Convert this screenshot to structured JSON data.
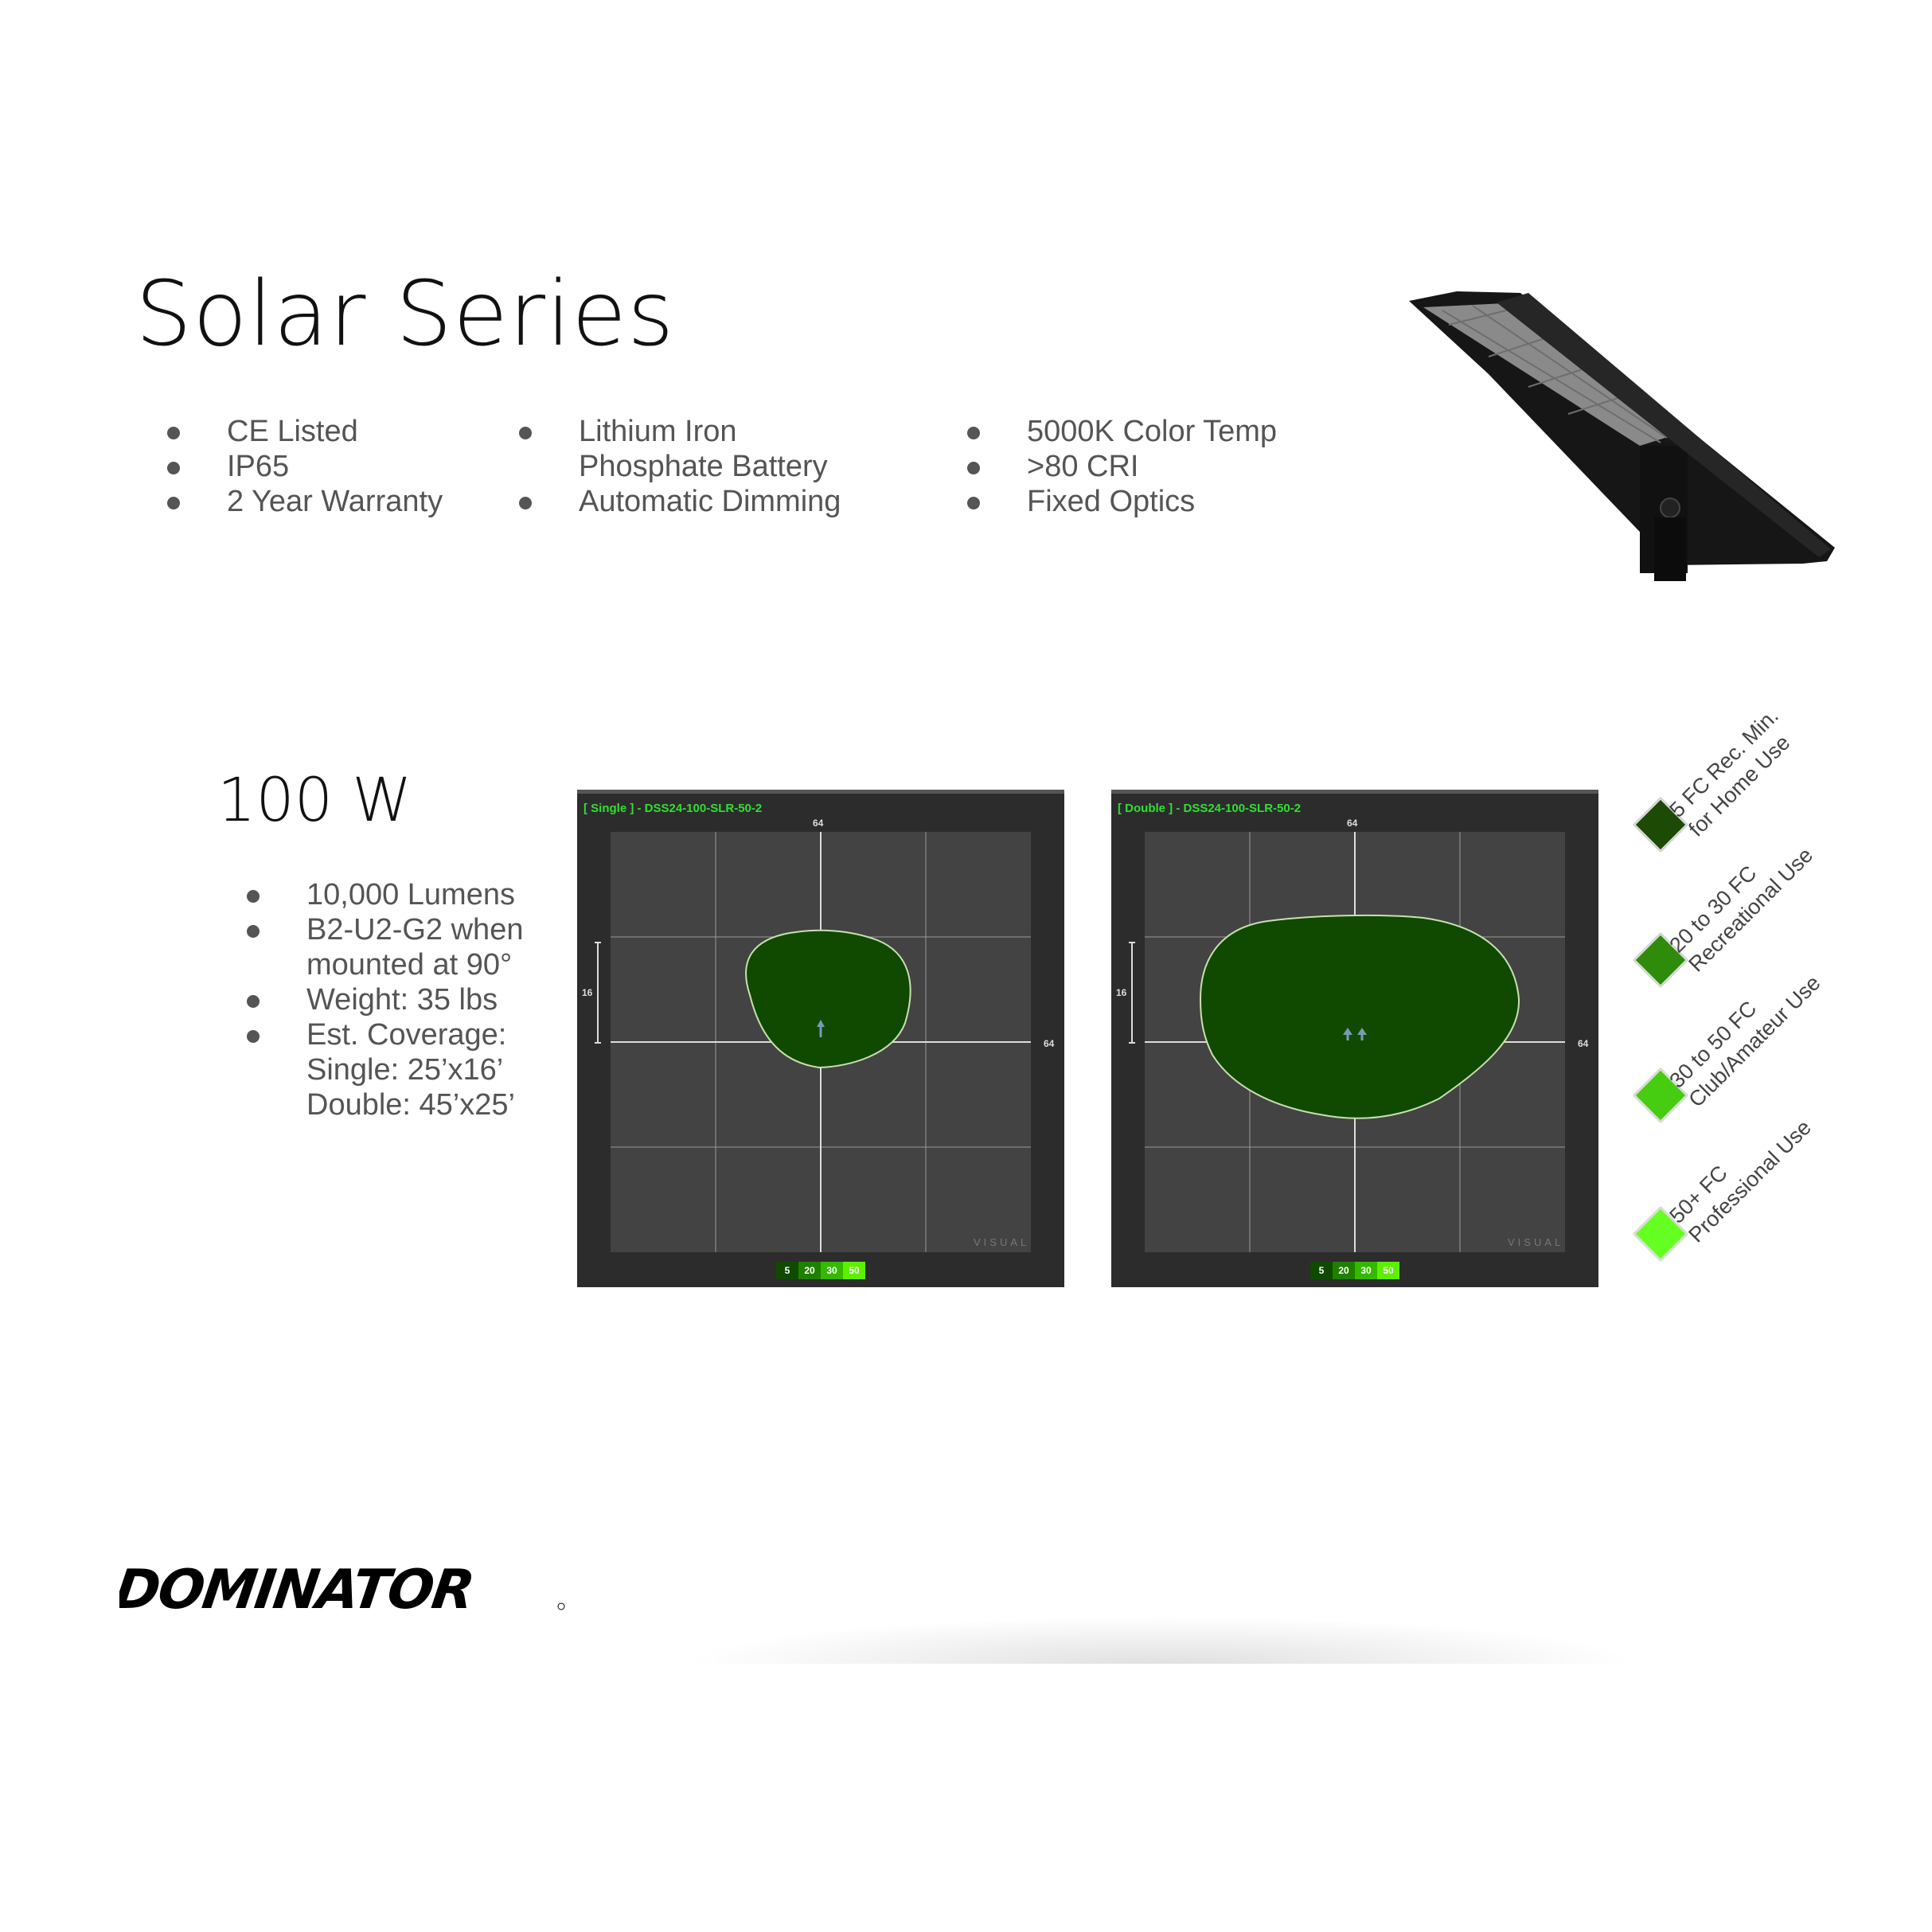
{
  "title": "Solar Series",
  "features": {
    "col1": [
      "CE Listed",
      "IP65",
      "2 Year Warranty"
    ],
    "col2": [
      "Lithium Iron\nPhosphate Battery",
      "Automatic Dimming"
    ],
    "col3": [
      "5000K Color Temp",
      ">80 CRI",
      "Fixed Optics"
    ]
  },
  "wattage": "100 W",
  "specs": [
    "10,000 Lumens",
    "B2-U2-G2 when\nmounted at 90°",
    "Weight: 35 lbs",
    "Est. Coverage:\nSingle: 25’x16’\nDouble: 45’x25’"
  ],
  "charts": [
    {
      "title": "[ Single ] - DSS24-100-SLR-50-2",
      "top_label": "64",
      "side_label": "16",
      "right_label": "64",
      "watermark": "VISUAL",
      "scale": [
        "5",
        "20",
        "30",
        "50"
      ]
    },
    {
      "title": "[ Double ] - DSS24-100-SLR-50-2",
      "top_label": "64",
      "side_label": "16",
      "right_label": "64",
      "watermark": "VISUAL",
      "scale": [
        "5",
        "20",
        "30",
        "50"
      ]
    }
  ],
  "legend": [
    {
      "line1": "5 FC Rec. Min.",
      "line2": "for Home Use",
      "color": "#1d4a05"
    },
    {
      "line1": "20 to 30 FC",
      "line2": "Recreational Use",
      "color": "#2f8c0a"
    },
    {
      "line1": "30 to 50 FC",
      "line2": "Club/Amateur Use",
      "color": "#46cc10"
    },
    {
      "line1": "50+ FC",
      "line2": "Professional Use",
      "color": "#66ff22"
    }
  ],
  "scale_colors": [
    "#0f4a00",
    "#1f8000",
    "#35b800",
    "#5cf000"
  ],
  "logo": "DOMINATOR"
}
